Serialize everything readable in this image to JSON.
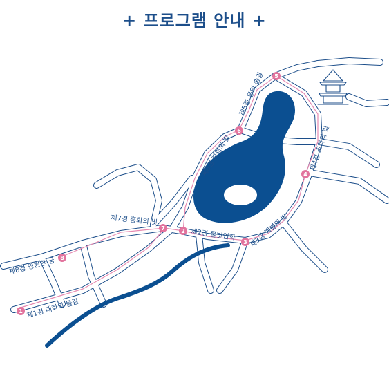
{
  "title": "+ 프로그램 안내 +",
  "colors": {
    "navy": "#1c4e8a",
    "lake": "#0b4f91",
    "marker_pink": "#e2739d",
    "route_pink": "#e68ab1"
  },
  "stations": [
    {
      "number": "1",
      "label": "제1경 대화의 물길"
    },
    {
      "number": "2",
      "label": "제2경 물빛연화"
    },
    {
      "number": "3",
      "label": "제3경 백별의 빛"
    },
    {
      "number": "4",
      "label": "제4경 조화의 빛"
    },
    {
      "number": "5",
      "label": "제5경 물의 숨결"
    },
    {
      "number": "6",
      "label": "제6경 화평의 빛"
    },
    {
      "number": "7",
      "label": "제7경 흥화의 빛"
    },
    {
      "number": "8",
      "label": "제8경 영원한 궁"
    }
  ],
  "landmarks": {
    "pavilion_icon": "pavilion-icon",
    "lake_icon": "lake-icon",
    "river_icon": "river-icon"
  }
}
